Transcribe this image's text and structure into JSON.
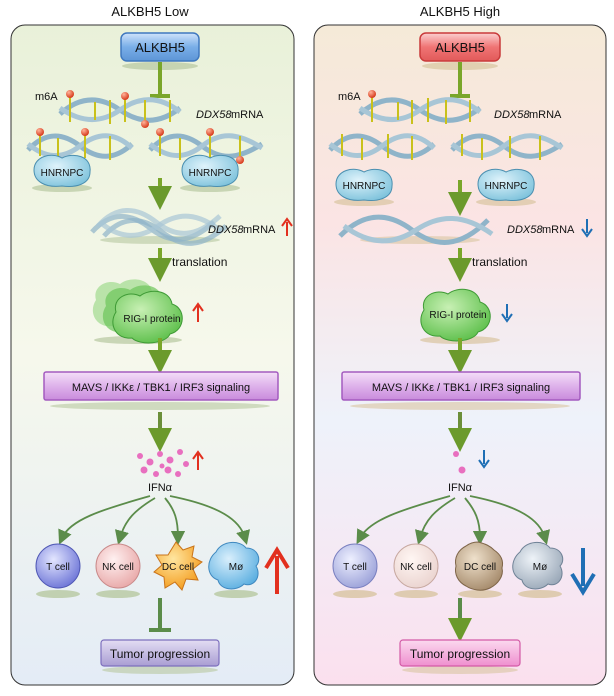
{
  "panels": {
    "left": {
      "title": "ALKBH5 Low",
      "gene": "ALKBH5",
      "m6a": "m6A",
      "mrna_gene": "DDX58",
      "mrna_suffix": " mRNA",
      "reader": "HNRNPC",
      "translation": "translation",
      "protein": "RIG-I protein",
      "signaling": "MAVS / IKKε / TBK1 / IRF3  signaling",
      "ifn": "IFNα",
      "cells": [
        "T cell",
        "NK cell",
        "DC cell",
        "Mø"
      ],
      "outcome": "Tumor progression",
      "trend": "up"
    },
    "right": {
      "title": "ALKBH5 High",
      "gene": "ALKBH5",
      "m6a": "m6A",
      "mrna_gene": "DDX58",
      "mrna_suffix": " mRNA",
      "reader": "HNRNPC",
      "translation": "translation",
      "protein": "RIG-I protein",
      "signaling": "MAVS / IKKε / TBK1 / IRF3  signaling",
      "ifn": "IFNα",
      "cells": [
        "T cell",
        "NK cell",
        "DC cell",
        "Mø"
      ],
      "outcome": "Tumor progression",
      "trend": "down"
    }
  },
  "colors": {
    "up_arrow": "#e2301f",
    "down_arrow": "#1f6fb5",
    "flow_arrow": "#7aa62a",
    "signaling_box": "#d9a6e6",
    "left_gene_box": "#6fa8e6",
    "right_gene_box": "#f07070",
    "left_outcome": "#b3a7d8",
    "right_outcome": "#f2a0d6"
  }
}
